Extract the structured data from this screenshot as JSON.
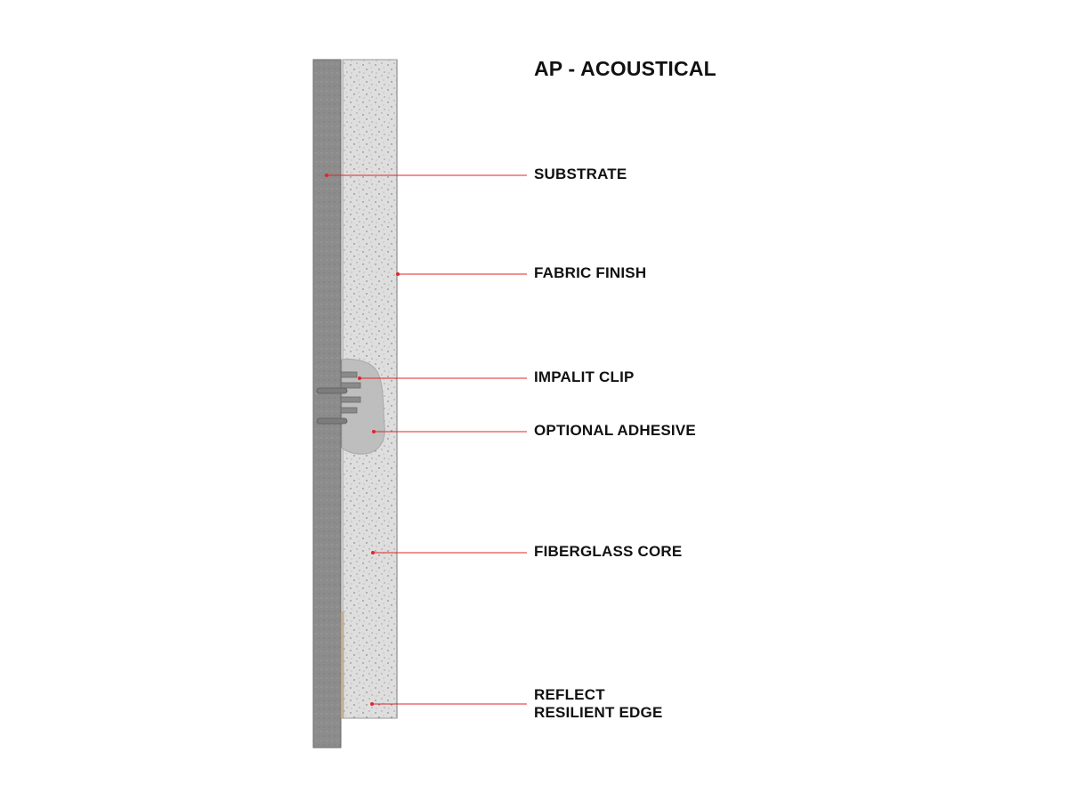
{
  "title": "AP - ACOUSTICAL",
  "callouts": [
    {
      "id": "substrate",
      "text": "SUBSTRATE"
    },
    {
      "id": "fabric-finish",
      "text": "FABRIC FINISH"
    },
    {
      "id": "impalit-clip",
      "text": "IMPALIT CLIP"
    },
    {
      "id": "optional-adhesive",
      "text": "OPTIONAL ADHESIVE"
    },
    {
      "id": "fiberglass-core",
      "text": "FIBERGLASS CORE"
    },
    {
      "id": "reflect-edge",
      "line1": "REFLECT",
      "line2": "RESILIENT EDGE"
    }
  ],
  "colors": {
    "leader": "#e0262a",
    "substrate": "#8f8f8f",
    "core": "#dcdcdc",
    "adhesive": "#b9b9b9",
    "clip": "#7a7a7a",
    "edge": "#c8b49a"
  }
}
